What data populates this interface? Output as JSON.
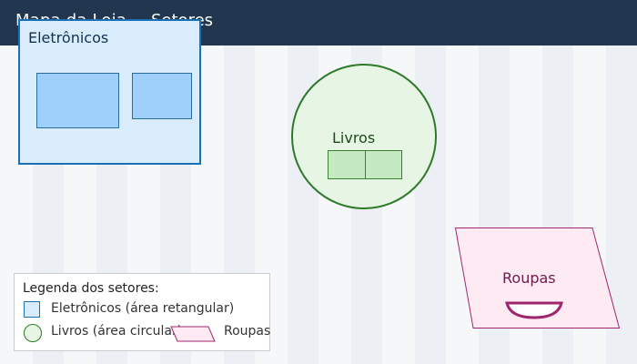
{
  "header": {
    "title": "Mapa da Loja",
    "separator": "—",
    "subtitle": "Setores",
    "background": "#233650"
  },
  "sectors": {
    "eletronicos": {
      "label": "Eletrônicos",
      "color": "#1d6fb3",
      "shape": "rectangle"
    },
    "livros": {
      "label": "Livros",
      "color": "#2e7a2a",
      "shape": "circle"
    },
    "roupas": {
      "label": "Roupas",
      "color": "#a0266b",
      "shape": "parallelogram"
    }
  },
  "legend": {
    "title": "Legenda dos setores:",
    "items": [
      {
        "label": "Eletrônicos (área retangular)",
        "icon": "square-swatch-icon"
      },
      {
        "label": "Livros (área circular)",
        "icon": "circle-swatch-icon"
      },
      {
        "label": "Roupas",
        "icon": "parallelogram-swatch-icon"
      }
    ]
  }
}
